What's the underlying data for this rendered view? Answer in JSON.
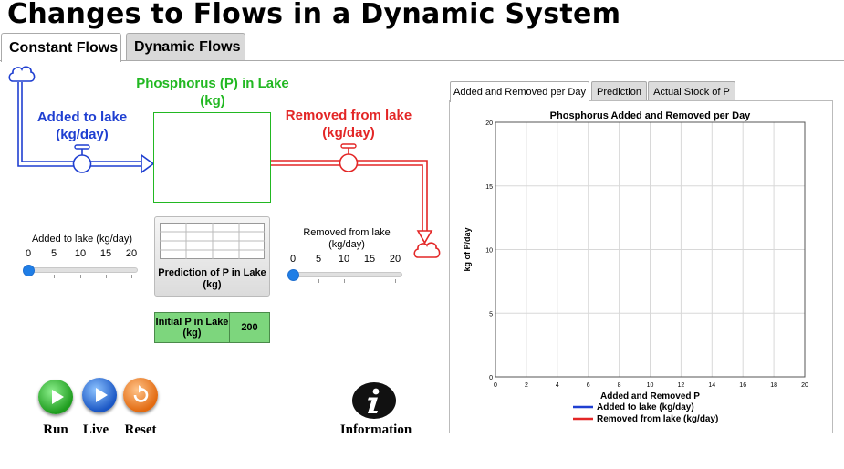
{
  "app": {
    "title": "Changes to Flows in a Dynamic System",
    "tabs": [
      {
        "label": "Constant Flows",
        "active": true
      },
      {
        "label": "Dynamic Flows",
        "active": false
      }
    ]
  },
  "diagram": {
    "stock_label": "Phosphorus (P) in Lake\n(kg)",
    "inflow_label": "Added to lake\n(kg/day)",
    "outflow_label": "Removed from lake\n(kg/day)"
  },
  "sliders": {
    "added": {
      "title": "Added to lake (kg/day)",
      "ticks": [
        "0",
        "5",
        "10",
        "15",
        "20"
      ],
      "value": 0,
      "min": 0,
      "max": 20
    },
    "removed": {
      "title": "Removed from lake\n(kg/day)",
      "ticks": [
        "0",
        "5",
        "10",
        "15",
        "20"
      ],
      "value": 0,
      "min": 0,
      "max": 20
    }
  },
  "prediction": {
    "label": "Prediction of P in Lake\n(kg)"
  },
  "initial": {
    "label": "Initial P in Lake\n(kg)",
    "value": "200"
  },
  "controls": {
    "run": "Run",
    "live": "Live",
    "reset": "Reset",
    "info": "Information"
  },
  "chart_tabs": [
    {
      "label": "Added and Removed per Day",
      "active": true
    },
    {
      "label": "Prediction",
      "active": false
    },
    {
      "label": "Actual Stock of P",
      "active": false
    }
  ],
  "colors": {
    "inflow": "#1f3fd1",
    "outflow": "#e32626",
    "stock": "#22b822",
    "accent": "#1f7ee6"
  },
  "chart_data": {
    "type": "line",
    "title": "Phosphorus Added and Removed per Day",
    "xlabel": "Added and Removed P",
    "ylabel": "kg of P/day",
    "xlim": [
      0,
      20
    ],
    "ylim": [
      0,
      20
    ],
    "xticks": [
      0,
      2,
      4,
      6,
      8,
      10,
      12,
      14,
      16,
      18,
      20
    ],
    "yticks": [
      0,
      5,
      10,
      15,
      20
    ],
    "grid": true,
    "legend_position": "bottom",
    "series": [
      {
        "name": "Added to lake (kg/day)",
        "color": "#1f3fd1",
        "x": [],
        "y": []
      },
      {
        "name": "Removed from lake (kg/day)",
        "color": "#e32626",
        "x": [],
        "y": []
      }
    ]
  }
}
